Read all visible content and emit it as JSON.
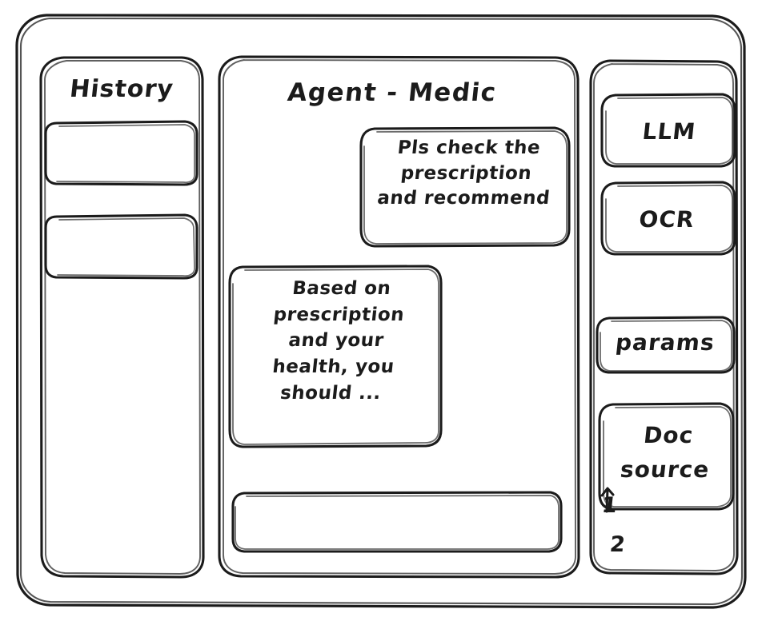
{
  "app": {
    "style": "hand-drawn-wireframe",
    "stroke_color": "#1b1b1b",
    "background_color": "#ffffff"
  },
  "sidebar_left": {
    "title": "History",
    "items": [
      {
        "label": "",
        "name": "history-item-1"
      },
      {
        "label": "",
        "name": "history-item-2"
      }
    ]
  },
  "main": {
    "title": "Agent - Medic",
    "messages": [
      {
        "role": "user",
        "text": "Pls check the\nprescription\nand recommend"
      },
      {
        "role": "assistant",
        "text": "Based on\nprescription\nand your\nhealth, you\nshould ..."
      }
    ],
    "composer": {
      "value": "",
      "placeholder": ""
    }
  },
  "sidebar_right": {
    "buttons": [
      {
        "label": "LLM",
        "name": "llm-button"
      },
      {
        "label": "OCR",
        "name": "ocr-button"
      },
      {
        "label": "params",
        "name": "params-button"
      },
      {
        "label": "Doc\nsource",
        "name": "doc-source-button"
      }
    ],
    "doc_list": [
      {
        "label": "1"
      },
      {
        "label": "2"
      }
    ]
  }
}
